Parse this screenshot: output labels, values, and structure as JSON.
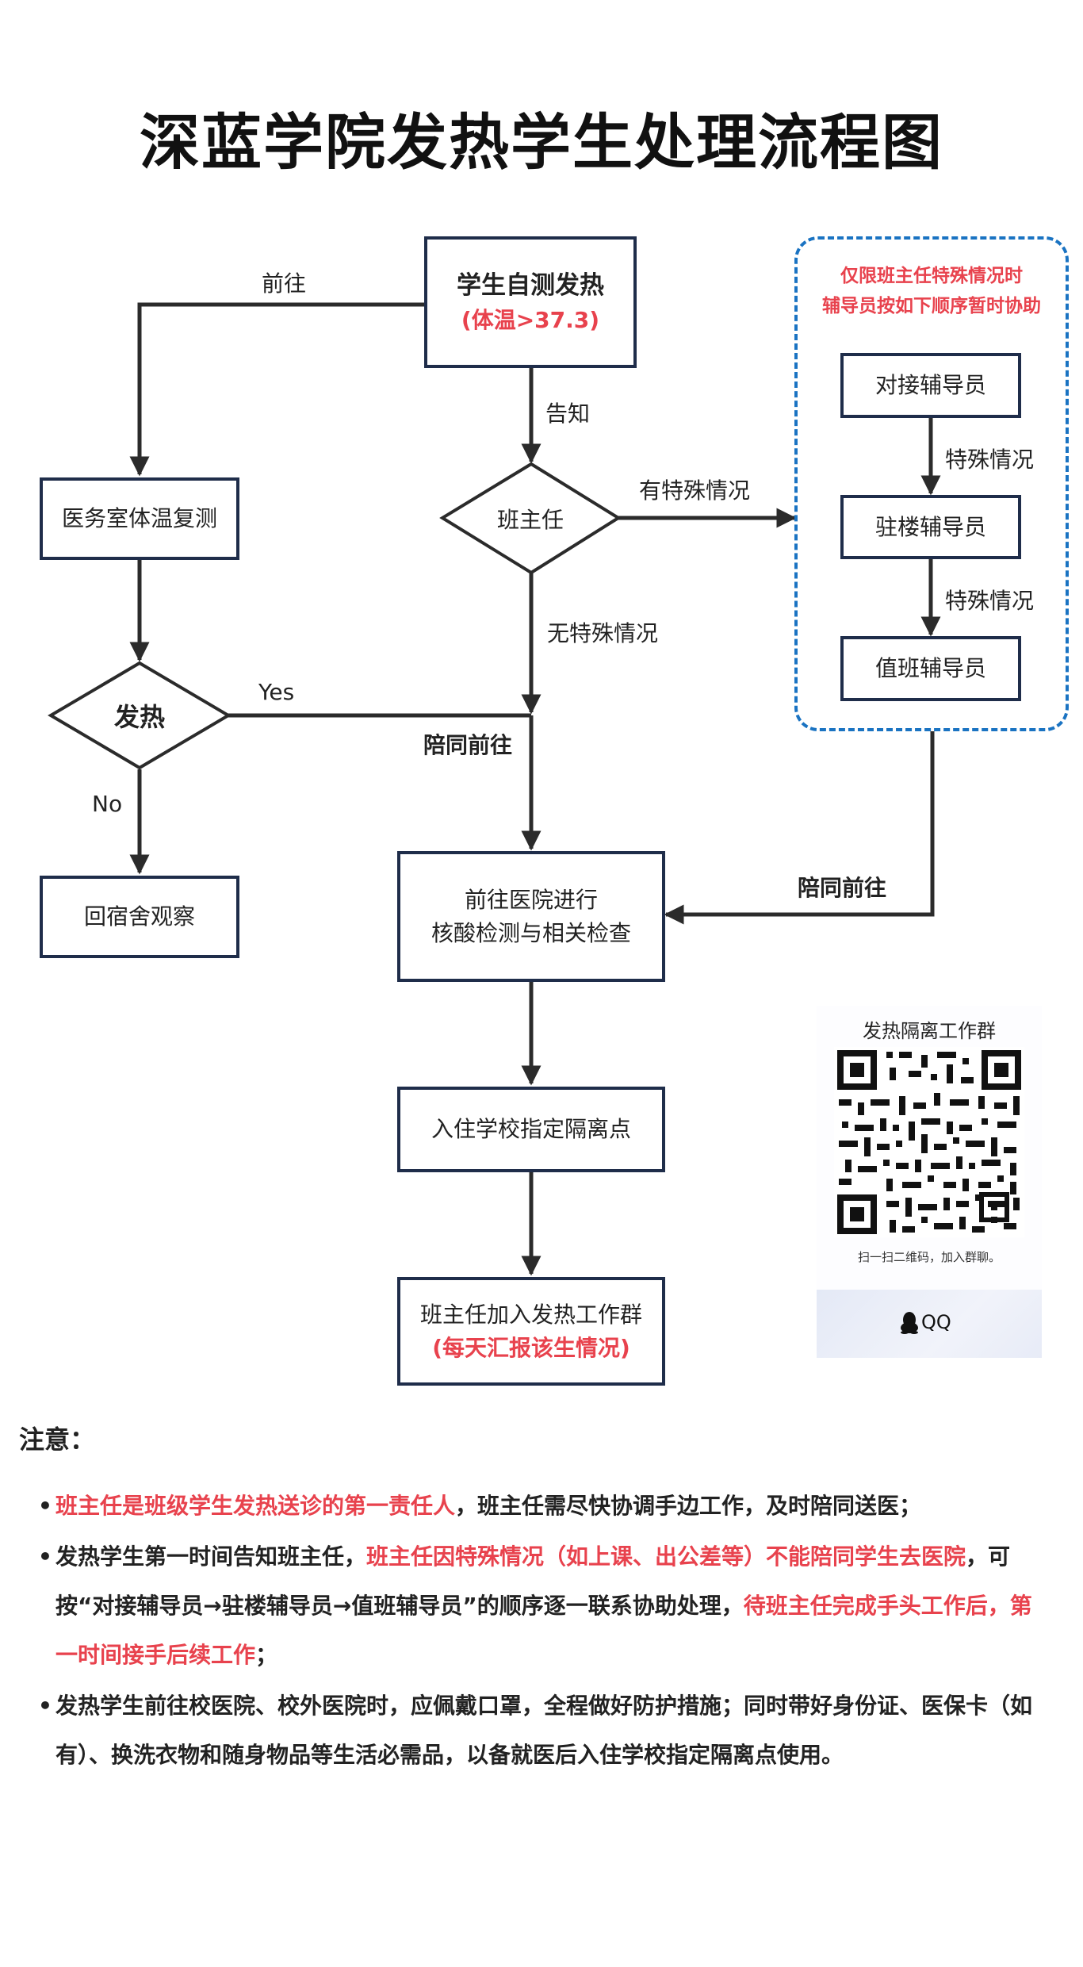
{
  "title": "深蓝学院发热学生处理流程图",
  "nodes": {
    "start_line1": "学生自测发热",
    "start_line2": "(体温>37.3)",
    "clinic": "医务室体温复测",
    "headteacher": "班主任",
    "fever_decision": "发热",
    "dorm": "回宿舍观察",
    "hospital_line1": "前往医院进行",
    "hospital_line2": "核酸检测与相关检查",
    "isolation": "入住学校指定隔离点",
    "group_line1": "班主任加入发热工作群",
    "group_line2": "(每天汇报该生情况)",
    "counselor1": "对接辅导员",
    "counselor2": "驻楼辅导员",
    "counselor3": "值班辅导员"
  },
  "edge_labels": {
    "go": "前往",
    "notify": "告知",
    "special": "有特殊情况",
    "no_special": "无特殊情况",
    "yes": "Yes",
    "no": "No",
    "accompany1": "陪同前往",
    "accompany2": "陪同前往",
    "special_a": "特殊情况",
    "special_b": "特殊情况"
  },
  "panel": {
    "line1": "仅限班主任特殊情况时",
    "line2": "辅导员按如下顺序暂时协助"
  },
  "qr": {
    "title": "发热隔离工作群",
    "caption": "扫一扫二维码，加入群聊。",
    "brand": "QQ"
  },
  "notes": {
    "heading": "注意：",
    "n1_red": "班主任是班级学生发热送诊的第一责任人",
    "n1_rest": "，班主任需尽快协调手边工作，及时陪同送医；",
    "n2_a": "发热学生第一时间告知班主任，",
    "n2_red1": "班主任因特殊情况（如上课、出公差等）不能陪同学生去医院",
    "n2_b": "，可按“对接辅导员→驻楼辅导员→值班辅导员”的顺序逐一联系协助处理，",
    "n2_red2": "待班主任完成手头工作后，第一时间接手后续工作",
    "n2_c": "；",
    "n3": "发热学生前往校医院、校外医院时，应佩戴口罩，全程做好防护措施；同时带好身份证、医保卡（如有）、换洗衣物和随身物品等生活必需品，以备就医后入住学校指定隔离点使用。"
  },
  "colors": {
    "box_border": "#1f2d4a",
    "accent_red": "#e8424d",
    "dashed_blue": "#1a73c2",
    "line": "#2b2b2b"
  }
}
